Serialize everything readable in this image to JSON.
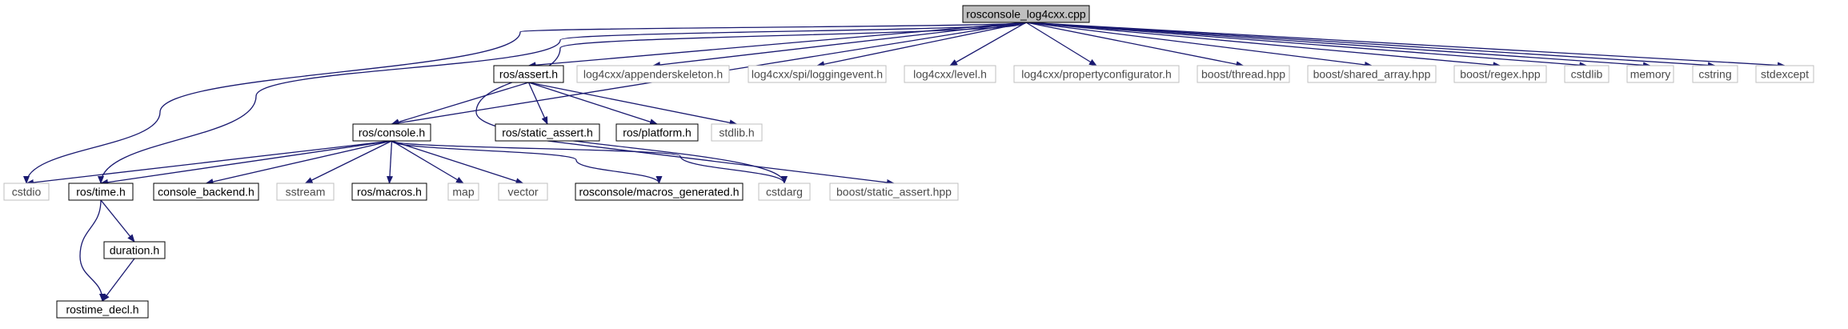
{
  "colors": {
    "edge": "#191970",
    "root_fill": "#bfbfbf",
    "node_border": "#000000",
    "external_border": "#bfbfbf",
    "background": "#ffffff"
  },
  "nodes": [
    {
      "id": "root",
      "label": "rosconsole_log4cxx.cpp",
      "kind": "root"
    },
    {
      "id": "ros_assert",
      "label": "ros/assert.h",
      "kind": "documented"
    },
    {
      "id": "appenderskeleton",
      "label": "log4cxx/appenderskeleton.h",
      "kind": "external"
    },
    {
      "id": "loggingevent",
      "label": "log4cxx/spi/loggingevent.h",
      "kind": "external"
    },
    {
      "id": "level",
      "label": "log4cxx/level.h",
      "kind": "external"
    },
    {
      "id": "propconf",
      "label": "log4cxx/propertyconfigurator.h",
      "kind": "external"
    },
    {
      "id": "thread",
      "label": "boost/thread.hpp",
      "kind": "external"
    },
    {
      "id": "shared_array",
      "label": "boost/shared_array.hpp",
      "kind": "external"
    },
    {
      "id": "regex",
      "label": "boost/regex.hpp",
      "kind": "external"
    },
    {
      "id": "cstdlib",
      "label": "cstdlib",
      "kind": "external"
    },
    {
      "id": "memory",
      "label": "memory",
      "kind": "external"
    },
    {
      "id": "cstring",
      "label": "cstring",
      "kind": "external"
    },
    {
      "id": "stdexcept",
      "label": "stdexcept",
      "kind": "external"
    },
    {
      "id": "ros_console",
      "label": "ros/console.h",
      "kind": "documented"
    },
    {
      "id": "static_assert",
      "label": "ros/static_assert.h",
      "kind": "documented"
    },
    {
      "id": "platform",
      "label": "ros/platform.h",
      "kind": "documented"
    },
    {
      "id": "stdlib",
      "label": "stdlib.h",
      "kind": "external"
    },
    {
      "id": "cstdio",
      "label": "cstdio",
      "kind": "external"
    },
    {
      "id": "ros_time",
      "label": "ros/time.h",
      "kind": "documented"
    },
    {
      "id": "console_backend",
      "label": "console_backend.h",
      "kind": "documented"
    },
    {
      "id": "sstream",
      "label": "sstream",
      "kind": "external"
    },
    {
      "id": "macros",
      "label": "ros/macros.h",
      "kind": "documented"
    },
    {
      "id": "map",
      "label": "map",
      "kind": "external"
    },
    {
      "id": "vector",
      "label": "vector",
      "kind": "external"
    },
    {
      "id": "macros_generated",
      "label": "rosconsole/macros_generated.h",
      "kind": "documented"
    },
    {
      "id": "cstdarg",
      "label": "cstdarg",
      "kind": "external"
    },
    {
      "id": "boost_static_assert",
      "label": "boost/static_assert.hpp",
      "kind": "external"
    },
    {
      "id": "duration",
      "label": "duration.h",
      "kind": "documented"
    },
    {
      "id": "rostime_decl",
      "label": "rostime_decl.h",
      "kind": "documented"
    }
  ],
  "edges": [
    [
      "root",
      "ros_assert"
    ],
    [
      "root",
      "appenderskeleton"
    ],
    [
      "root",
      "loggingevent"
    ],
    [
      "root",
      "level"
    ],
    [
      "root",
      "propconf"
    ],
    [
      "root",
      "thread"
    ],
    [
      "root",
      "shared_array"
    ],
    [
      "root",
      "regex"
    ],
    [
      "root",
      "cstdlib"
    ],
    [
      "root",
      "memory"
    ],
    [
      "root",
      "cstring"
    ],
    [
      "root",
      "stdexcept"
    ],
    [
      "root",
      "ros_console"
    ],
    [
      "root",
      "cstdio"
    ],
    [
      "root",
      "ros_time"
    ],
    [
      "root",
      "cstdarg"
    ],
    [
      "ros_assert",
      "ros_console"
    ],
    [
      "ros_assert",
      "static_assert"
    ],
    [
      "ros_assert",
      "platform"
    ],
    [
      "ros_assert",
      "stdlib"
    ],
    [
      "ros_console",
      "cstdio"
    ],
    [
      "ros_console",
      "ros_time"
    ],
    [
      "ros_console",
      "console_backend"
    ],
    [
      "ros_console",
      "sstream"
    ],
    [
      "ros_console",
      "macros"
    ],
    [
      "ros_console",
      "map"
    ],
    [
      "ros_console",
      "vector"
    ],
    [
      "ros_console",
      "macros_generated"
    ],
    [
      "ros_console",
      "cstdarg"
    ],
    [
      "static_assert",
      "boost_static_assert"
    ],
    [
      "ros_time",
      "duration"
    ],
    [
      "ros_time",
      "rostime_decl"
    ],
    [
      "duration",
      "rostime_decl"
    ]
  ]
}
